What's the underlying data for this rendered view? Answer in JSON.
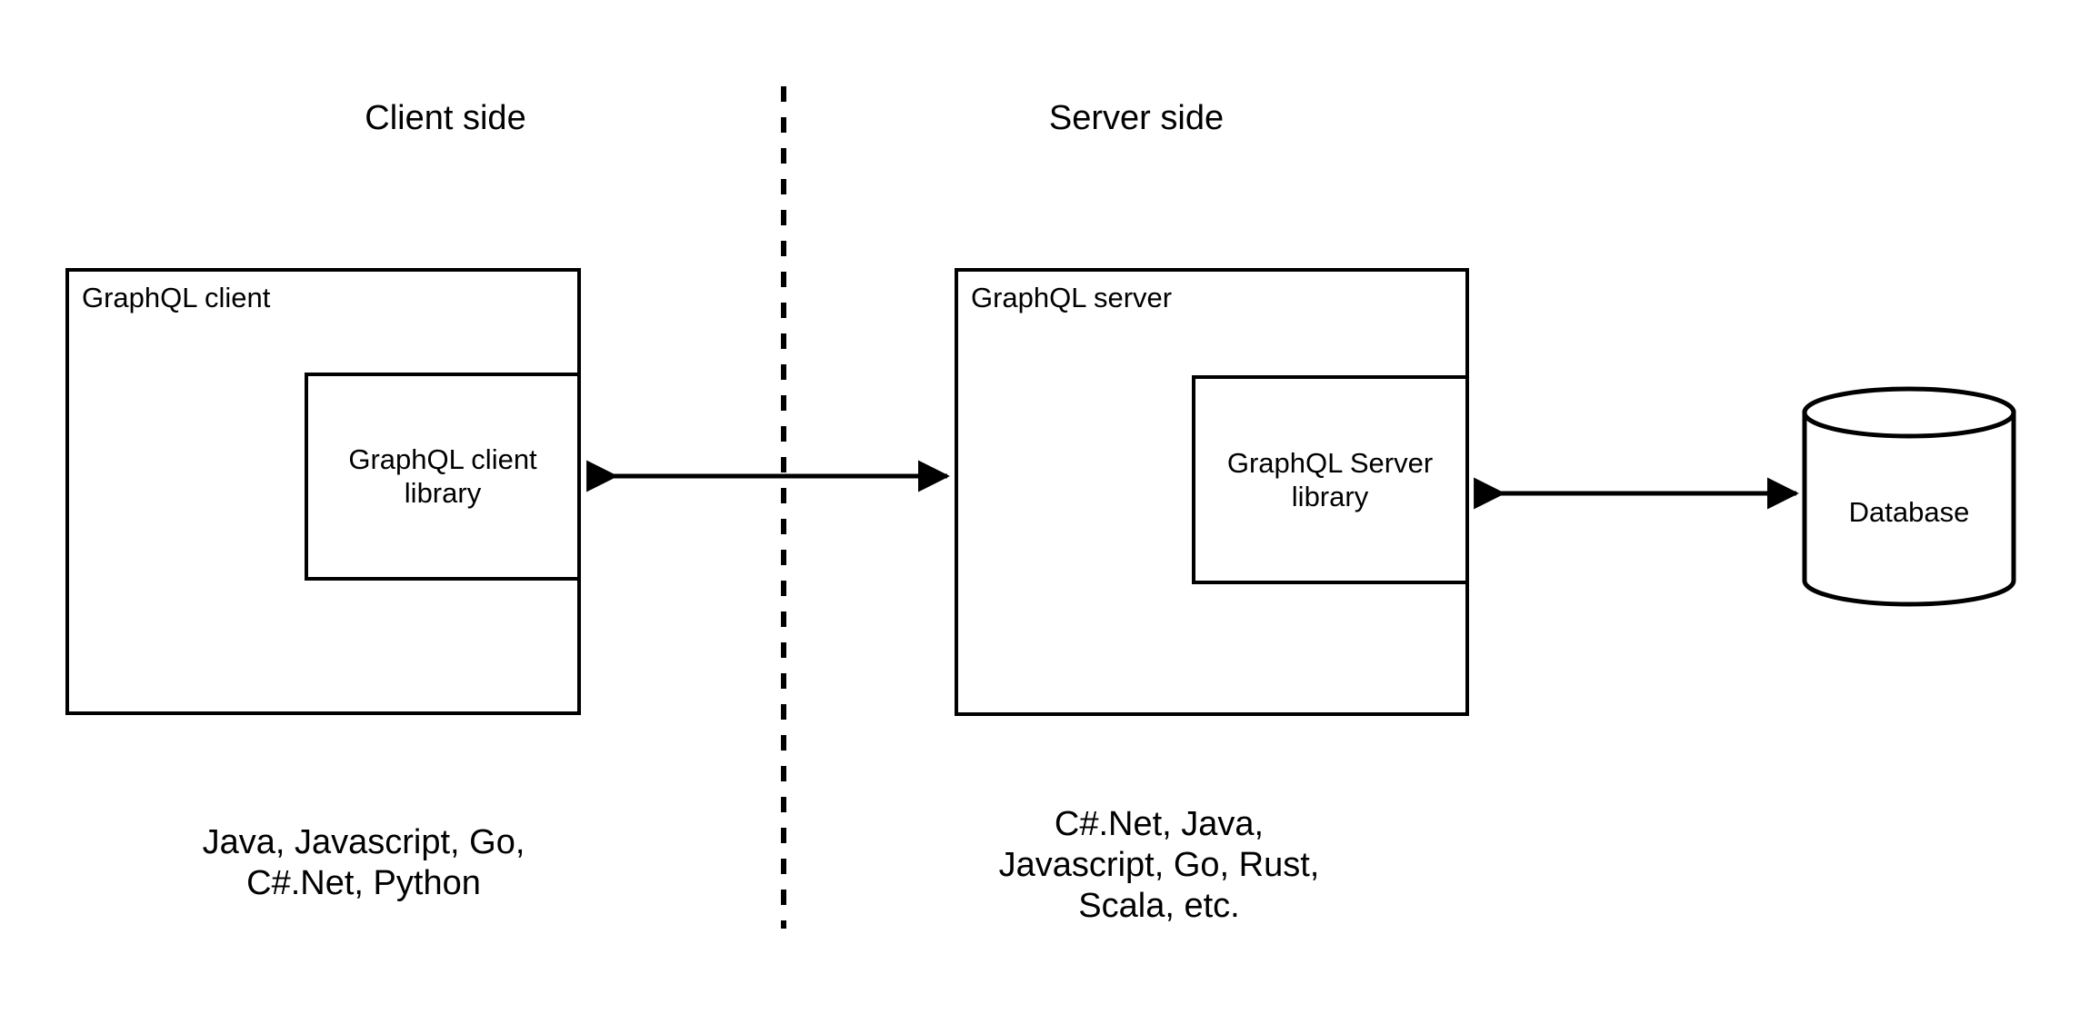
{
  "diagram": {
    "title_client": "Client side",
    "title_server": "Server side",
    "divider": "dashed-vertical-divider",
    "client": {
      "outer_box_label": "GraphQL client",
      "inner_box_label": "GraphQL client\nlibrary",
      "caption": "Java, Javascript, Go,\nC#.Net, Python"
    },
    "server": {
      "outer_box_label": "GraphQL server",
      "inner_box_label": "GraphQL Server\nlibrary",
      "caption": "C#.Net, Java,\nJavascript, Go, Rust,\nScala, etc."
    },
    "database": {
      "label": "Database"
    },
    "connectors": [
      {
        "name": "client-to-server-arrow",
        "style": "double-headed-arrow"
      },
      {
        "name": "server-to-database-arrow",
        "style": "double-headed-arrow"
      }
    ],
    "colors": {
      "stroke": "#000000",
      "background": "#ffffff",
      "text": "#000000"
    }
  }
}
